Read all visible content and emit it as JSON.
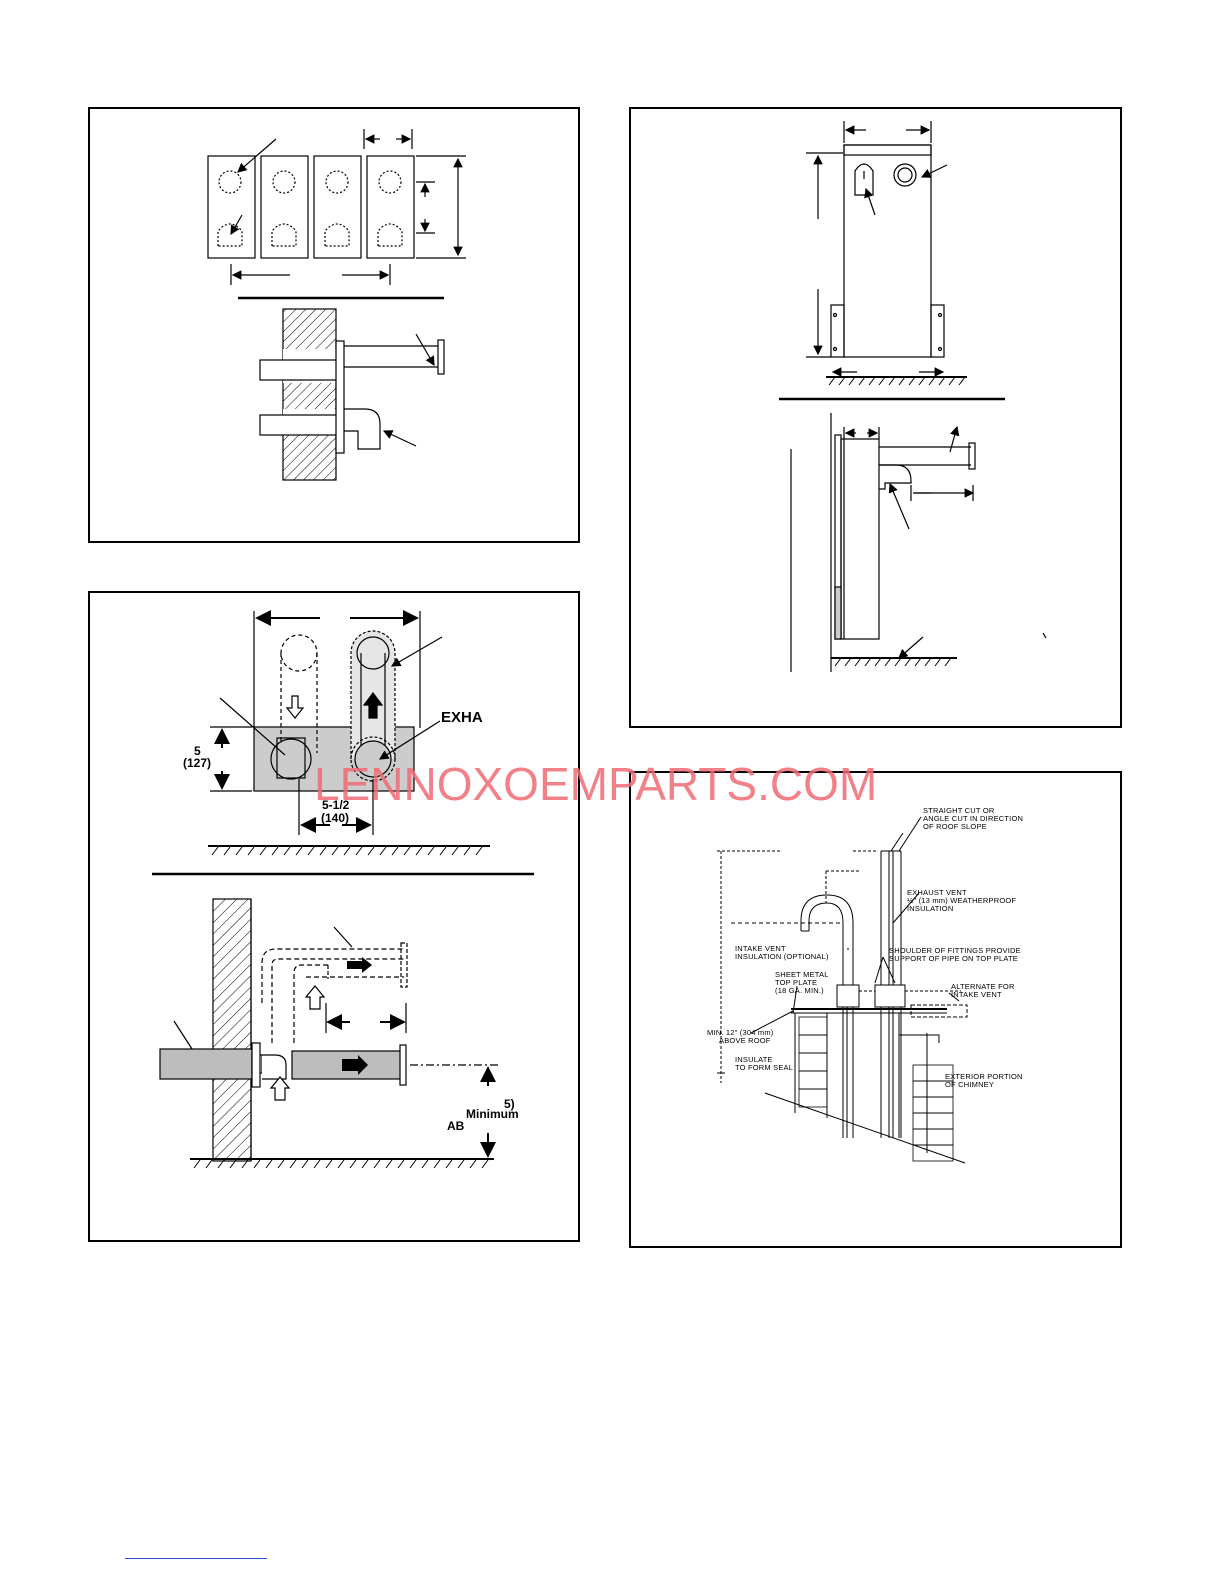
{
  "panels": {
    "vent_terminations": {
      "exhaust_label": "EXHA",
      "dim_height": "5",
      "dim_height_mm": "(127)",
      "dim_spacing": "5-1/2",
      "dim_spacing_mm": "(140)",
      "dim_above_ground_1": "5)",
      "dim_above_ground_2": "Minimum",
      "dim_above_ground_3": "AB"
    },
    "chimney": {
      "straight_cut": [
        "STRAIGHT CUT OR",
        "ANGLE CUT IN DIRECTION",
        "OF ROOF SLOPE"
      ],
      "exhaust_vent": [
        "EXHAUST VENT",
        "½\" (13 mm) WEATHERPROOF",
        "INSULATION"
      ],
      "intake_vent": [
        "INTAKE VENT",
        "INSULATION (OPTIONAL)"
      ],
      "shoulder": [
        "SHOULDER OF FITTINGS PROVIDE",
        "SUPPORT OF PIPE ON TOP PLATE"
      ],
      "sheet_metal": [
        "SHEET METAL",
        "TOP PLATE",
        "(18 GA. MIN.)"
      ],
      "alternate": [
        "ALTERNATE FOR",
        "INTAKE VENT"
      ],
      "min_above_roof": [
        "MIN. 12\" (304 mm)",
        "ABOVE ROOF"
      ],
      "insulate": [
        "INSULATE",
        "TO FORM SEAL"
      ],
      "exterior": [
        "EXTERIOR PORTION",
        "OF CHIMNEY"
      ]
    }
  },
  "watermark": "LENNOXOEMPARTS.COM",
  "colors": {
    "line": "#000000",
    "plate_fill": "#cccccc",
    "pipe_fill": "#bdbdbd",
    "watermark": "#f06a74"
  }
}
